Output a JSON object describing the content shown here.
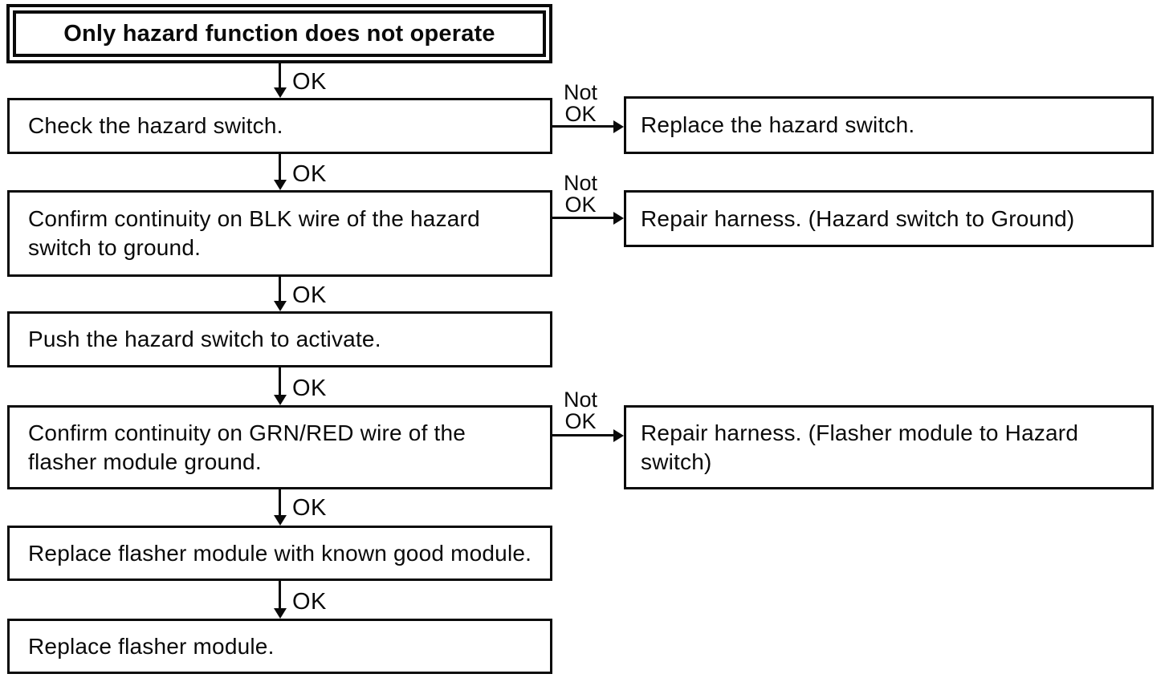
{
  "diagram": {
    "title": "Only hazard function does not operate",
    "labels": {
      "ok": "OK",
      "not_ok": "Not OK"
    },
    "steps": [
      {
        "text": "Check the hazard switch."
      },
      {
        "text": "Confirm continuity on BLK wire of the hazard switch to ground."
      },
      {
        "text": "Push the hazard switch to activate."
      },
      {
        "text": "Confirm continuity on GRN/RED wire of the flasher module ground."
      },
      {
        "text": "Replace flasher module with known good module."
      },
      {
        "text": "Replace flasher module."
      }
    ],
    "failures": [
      {
        "text": "Replace the hazard switch."
      },
      {
        "text": "Repair harness. (Hazard switch to Ground)"
      },
      {
        "text": "Repair harness. (Flasher module to Hazard switch)"
      }
    ]
  }
}
